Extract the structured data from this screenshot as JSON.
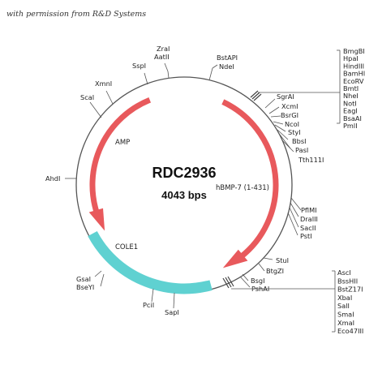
{
  "credit": "with permission from R&D Systems",
  "plasmid": {
    "name": "RDC2936",
    "size": "4043 bps"
  },
  "features": {
    "amp": "AMP",
    "hbmp7": "hBMP-7 (1-431)",
    "cole1": "COLE1"
  },
  "sites": {
    "zrai": "ZraI",
    "aatii": "AatII",
    "sspi": "SspI",
    "bstapi": "BstAPI",
    "ndei": "NdeI",
    "xmni": "XmnI",
    "scai": "ScaI",
    "ahdi": "AhdI",
    "gsai": "GsaI",
    "bseyi": "BseYI",
    "pcii": "PciI",
    "sapi": "SapI",
    "sgrai": "SgrAI",
    "xcmi": "XcmI",
    "bsrgi": "BsrGI",
    "ncoi": "NcoI",
    "styi": "StyI",
    "bbsi": "BbsI",
    "pasi": "PasI",
    "tth111i": "Tth111I",
    "pflmi": "PflMI",
    "draiii": "DraIII",
    "sacii": "SacII",
    "psti": "PstI",
    "stui": "StuI",
    "btgzi": "BtgZI",
    "bsgi": "BsgI",
    "pshai": "PshAI"
  },
  "mcs_top": [
    "BmgBI",
    "HpaI",
    "HindIII",
    "BamHI",
    "EcoRV",
    "BmtI",
    "NheI",
    "NotI",
    "EagI",
    "BsaAI",
    "PmlI"
  ],
  "mcs_bottom": [
    "AscI",
    "BssHII",
    "BstZ17I",
    "XbaI",
    "SalI",
    "SmaI",
    "XmaI",
    "Eco47III"
  ],
  "colors": {
    "amp": "#e8595c",
    "hbmp7": "#e8595c",
    "cole1": "#5fd1d1",
    "circle": "#555555"
  }
}
